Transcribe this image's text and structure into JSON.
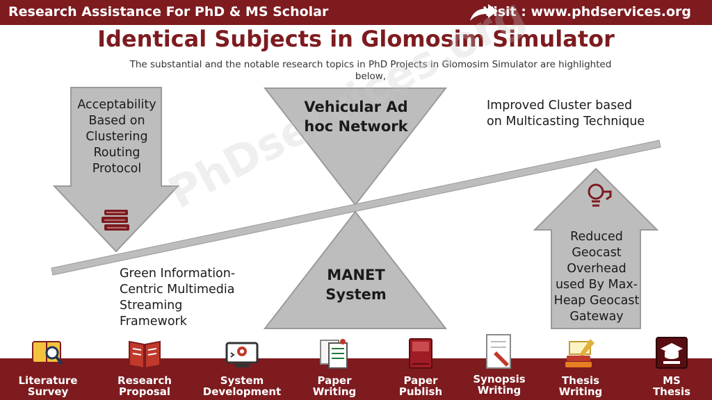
{
  "header": {
    "brand": "Research Assistance For PhD & MS Scholar",
    "visit": "Visit : www.phdservices.org"
  },
  "title": "Identical Subjects in Glomosim Simulator",
  "subtitle": "The substantial and the notable research topics in PhD Projects in Glomosim Simulator are highlighted below,",
  "diagram": {
    "down_arrow_label": "Acceptability Based on Clustering Routing Protocol",
    "top_triangle_label": "Vehicular Ad hoc Network",
    "right_top_label": "Improved Cluster based on Multicasting Technique",
    "bottom_triangle_label": "MANET System",
    "left_bottom_label": "Green Information-Centric Multimedia Streaming Framework",
    "up_arrow_label": "Reduced Geocast Overhead used By Max-Heap Geocast Gateway",
    "watermark": "PhDservices.org"
  },
  "services": [
    {
      "line1": "Literature",
      "line2": "Survey",
      "icon": "literature-survey-icon"
    },
    {
      "line1": "Research",
      "line2": "Proposal",
      "icon": "research-proposal-icon"
    },
    {
      "line1": "System",
      "line2": "Development",
      "icon": "system-development-icon"
    },
    {
      "line1": "Paper",
      "line2": "Writing",
      "icon": "paper-writing-icon"
    },
    {
      "line1": "Paper",
      "line2": "Publish",
      "icon": "paper-publish-icon"
    },
    {
      "line1": "Synopsis",
      "line2": "Writing",
      "icon": "synopsis-writing-icon"
    },
    {
      "line1": "Thesis",
      "line2": "Writing",
      "icon": "thesis-writing-icon"
    },
    {
      "line1": "MS",
      "line2": "Thesis",
      "icon": "ms-thesis-icon"
    }
  ],
  "colors": {
    "brand": "#7d1b1f",
    "shape_fill": "#bdbdbd",
    "shape_stroke": "#9a9a9a"
  }
}
